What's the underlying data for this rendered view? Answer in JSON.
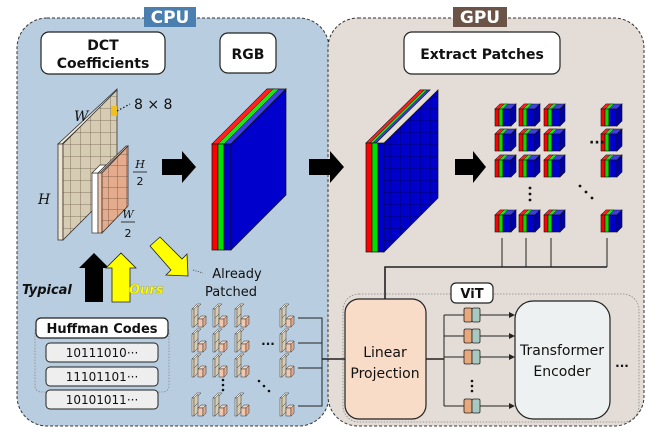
{
  "colors": {
    "cpu_panel": "#b9cde0",
    "gpu_panel": "#e4dcd7",
    "cpu_tag": "#4a7fb0",
    "gpu_tag": "#6b5447",
    "red": "#ff0000",
    "green": "#00e000",
    "blue": "#0000cc",
    "yellow": "#ffff00",
    "dct_main": "#d6cbb3",
    "dct_small": "#e4ab8c",
    "linear_proj": "#f8dcc8",
    "token_orange": "#e8a87c",
    "token_teal": "#a8c8c0",
    "encoder": "#eef1f1"
  },
  "cpu": {
    "tag": "CPU",
    "dct_title_line1": "DCT",
    "dct_title_line2": "Coefficients",
    "rgb_title": "RGB",
    "label_w": "W",
    "label_h": "H",
    "label_block": "8 × 8",
    "label_h2_num": "H",
    "label_h2_den": "2",
    "label_w2_num": "W",
    "label_w2_den": "2",
    "typical": "Typical",
    "ours": "Ours",
    "already_line1": "Already",
    "already_line2": "Patched",
    "huffman_title": "Huffman Codes",
    "huffman_codes": [
      "10111010···",
      "11101101···",
      "10101011···"
    ],
    "ellipsis_h": "···"
  },
  "gpu": {
    "tag": "GPU",
    "extract_title": "Extract Patches",
    "vit_title": "ViT",
    "linear_line1": "Linear",
    "linear_line2": "Projection",
    "encoder_line1": "Transformer",
    "encoder_line2": "Encoder",
    "ellipsis_h": "···",
    "ellipsis_out": "···"
  }
}
